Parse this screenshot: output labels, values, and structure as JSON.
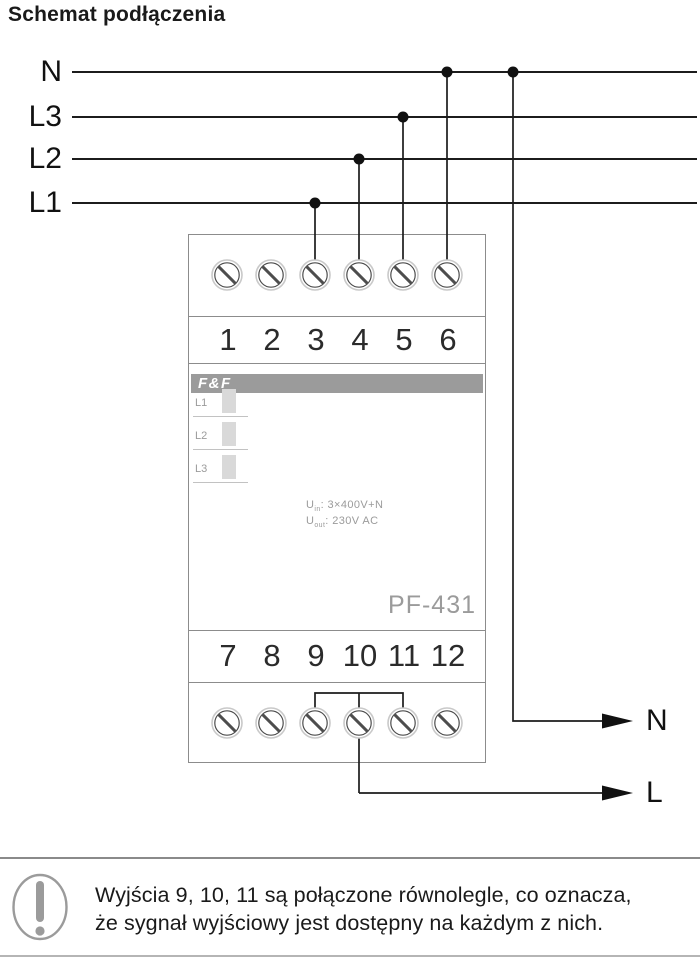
{
  "title": "Schemat podłączenia",
  "bus": {
    "n": "N",
    "l3": "L3",
    "l2": "L2",
    "l1": "L1"
  },
  "device": {
    "brand": "F&F",
    "model": "PF-431",
    "top_terminals": [
      "1",
      "2",
      "3",
      "4",
      "5",
      "6"
    ],
    "bottom_terminals": [
      "7",
      "8",
      "9",
      "10",
      "11",
      "12"
    ],
    "leds": [
      "L1",
      "L2",
      "L3"
    ],
    "spec": {
      "uin_base": "U",
      "uin_sub": "in",
      "uin_value": ": 3×400V+N",
      "uout_base": "U",
      "uout_sub": "out",
      "uout_value": ": 230V AC"
    }
  },
  "outputs": {
    "neutral": "N",
    "line": "L"
  },
  "note": {
    "line1": "Wyjścia 9, 10, 11 są połączone równolegle, co oznacza,",
    "line2": "że sygnał wyjściowy jest dostępny na każdym z nich."
  },
  "colors": {
    "wire": "#1c1c1c",
    "device_outline": "#8c8c8c",
    "banner_gray": "#9b9b9b",
    "label_gray": "#9b9b9b",
    "led_fill": "#d9d9d9"
  }
}
